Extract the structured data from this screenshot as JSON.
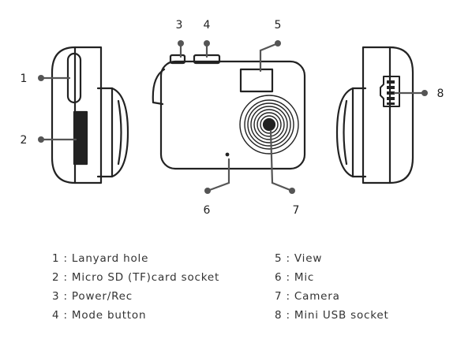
{
  "callouts": [
    "1",
    "2",
    "3",
    "4",
    "5",
    "6",
    "7",
    "8"
  ],
  "legend": {
    "left": [
      "1 : Lanyard hole",
      "2 : Micro SD (TF)card socket",
      "3 : Power/Rec",
      "4 : Mode button"
    ],
    "right": [
      "5 : View",
      "6 : Mic",
      "7 : Camera",
      "8 : Mini USB socket"
    ]
  }
}
